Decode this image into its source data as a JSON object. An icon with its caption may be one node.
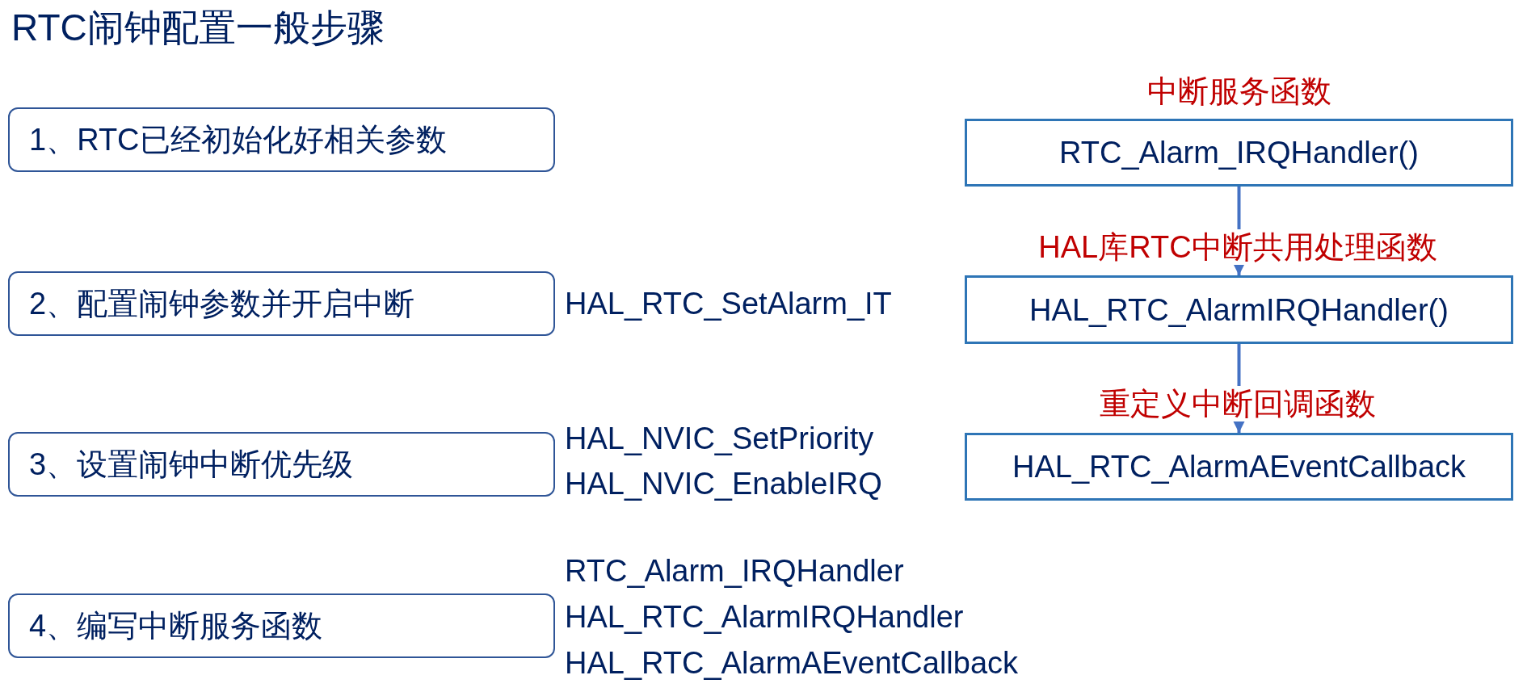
{
  "diagram": {
    "title": "RTC闹钟配置一般步骤",
    "nodes": [
      {
        "text": [
          "1、RTC已经初始化好相关参数"
        ]
      },
      {
        "text": [
          "2、配置闹钟参数并开启中断"
        ],
        "beside": [
          "HAL_RTC_SetAlarm_IT"
        ]
      },
      {
        "text": [
          "3、设置闹钟中断优先级"
        ],
        "beside": [
          "HAL_NVIC_SetPriority",
          "HAL_NVIC_EnableIRQ"
        ]
      },
      {
        "text": [
          "4、编写中断服务函数"
        ],
        "beside": [
          "RTC_Alarm_IRQHandler",
          "HAL_RTC_AlarmIRQHandler",
          "HAL_RTC_AlarmAEventCallback"
        ]
      },
      {
        "text": [
          "中断服务函数",
          "RTC_Alarm_IRQHandler()"
        ]
      },
      {
        "text": [
          "HAL_RTC_AlarmIRQHandler()"
        ]
      },
      {
        "text": [
          "HAL_RTC_AlarmAEventCallback"
        ]
      }
    ],
    "edges": [
      {
        "from": 4,
        "to": 5,
        "arrow": "to",
        "label": "HAL库RTC中断共用处理函数"
      },
      {
        "from": 5,
        "to": 6,
        "arrow": "to",
        "label": "重定义中断回调函数"
      }
    ]
  }
}
